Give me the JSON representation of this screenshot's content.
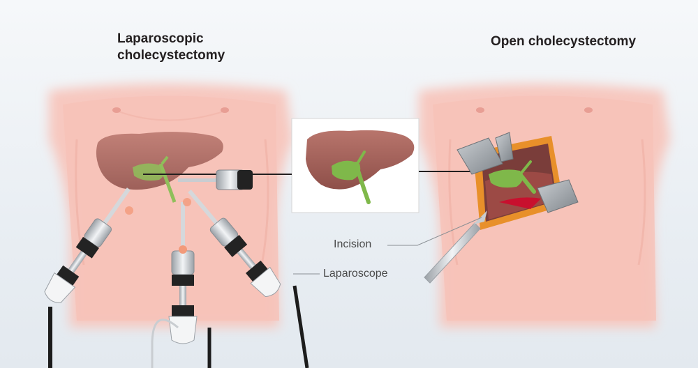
{
  "titles": {
    "laparoscopic": "Laparoscopic cholecystectomy",
    "open": "Open cholecystectomy"
  },
  "labels": {
    "incision": "Incision",
    "laparoscope": "Laparoscope"
  },
  "colors": {
    "skin": "#f7c9c0",
    "liver": "#a8665e",
    "gallbladder": "#7fb84a",
    "incision_border": "#e8902a",
    "line": "#231f20"
  }
}
